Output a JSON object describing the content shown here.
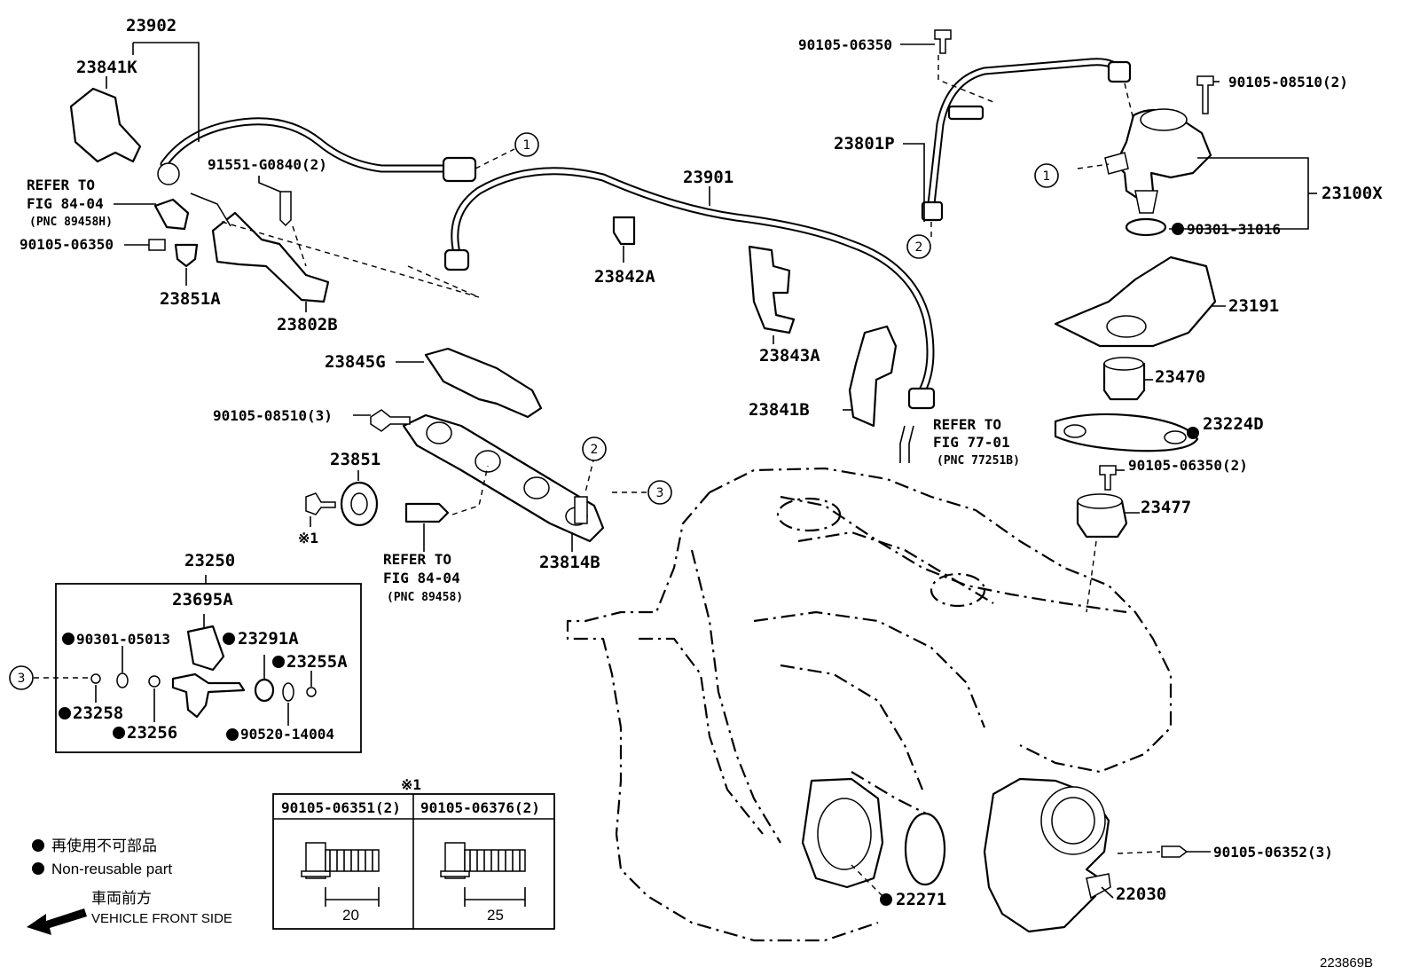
{
  "diagram_id": "223869B",
  "parts": {
    "p23902": "23902",
    "p23841K": "23841K",
    "refer_1": "REFER TO",
    "refer_1b": "FIG 84-04",
    "refer_1c": "(PNC 89458H)",
    "p90105_06350_a": "90105-06350",
    "p23851A": "23851A",
    "p91551": "91551-G0840(2)",
    "p23802B": "23802B",
    "p23901": "23901",
    "p23842A": "23842A",
    "p23843A": "23843A",
    "p23841B": "23841B",
    "p23845G": "23845G",
    "p90105_08510_3": "90105-08510(3)",
    "p23851": "23851",
    "refer_2": "REFER TO",
    "refer_2b": "FIG 84-04",
    "refer_2c": "(PNC 89458)",
    "p23814B": "23814B",
    "mark_x1": "※1",
    "p23250": "23250",
    "p23695A": "23695A",
    "p90301_05013": "90301-05013",
    "p23291A": "23291A",
    "p23255A": "23255A",
    "p23258": "23258",
    "p23256": "23256",
    "p90520_14004": "90520-14004",
    "p90105_06350_top": "90105-06350",
    "p23801P": "23801P",
    "p90105_08510_2": "90105-08510(2)",
    "p23100X": "23100X",
    "p90301_31016": "90301-31016",
    "p23191": "23191",
    "p23470": "23470",
    "p23224D": "23224D",
    "p90105_06350_2": "90105-06350(2)",
    "p23477": "23477",
    "refer_3": "REFER TO",
    "refer_3b": "FIG 77-01",
    "refer_3c": "(PNC 77251B)",
    "p90105_06352": "90105-06352(3)",
    "p22271": "22271",
    "p22030": "22030"
  },
  "callouts": {
    "c1": "1",
    "c2": "2",
    "c3": "3"
  },
  "bolt_table": {
    "mark": "※1",
    "col1_header": "90105-06351(2)",
    "col2_header": "90105-06376(2)",
    "col1_length": "20",
    "col2_length": "25"
  },
  "legend": {
    "non_reusable_jp": "再使用不可部品",
    "non_reusable_en": "Non-reusable part",
    "front_jp": "車両前方",
    "front_en": "VEHICLE FRONT SIDE"
  }
}
